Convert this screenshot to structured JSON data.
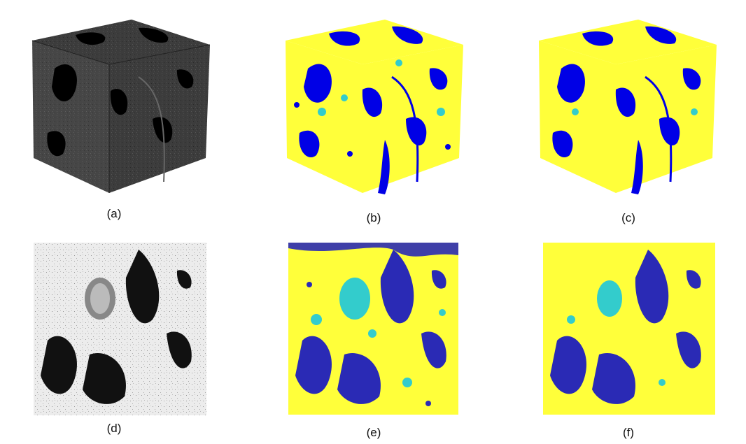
{
  "figure": {
    "panels": [
      {
        "id": "a",
        "caption": "(a)",
        "kind": "cube",
        "rendering": "grayscale"
      },
      {
        "id": "b",
        "caption": "(b)",
        "kind": "cube",
        "rendering": "segmented-noisy"
      },
      {
        "id": "c",
        "caption": "(c)",
        "kind": "cube",
        "rendering": "segmented-clean"
      },
      {
        "id": "d",
        "caption": "(d)",
        "kind": "slice",
        "rendering": "grayscale"
      },
      {
        "id": "e",
        "caption": "(e)",
        "kind": "slice",
        "rendering": "segmented-noisy"
      },
      {
        "id": "f",
        "caption": "(f)",
        "kind": "slice",
        "rendering": "segmented-clean"
      }
    ],
    "colors": {
      "pore": "#0000e6",
      "pore_slice": "#2a2ab5",
      "solid": "#ffff3a",
      "intermediate": "#33cccc",
      "gray_dark": "#3a3a3a",
      "gray_light": "#eeeeee",
      "black": "#000000"
    }
  }
}
